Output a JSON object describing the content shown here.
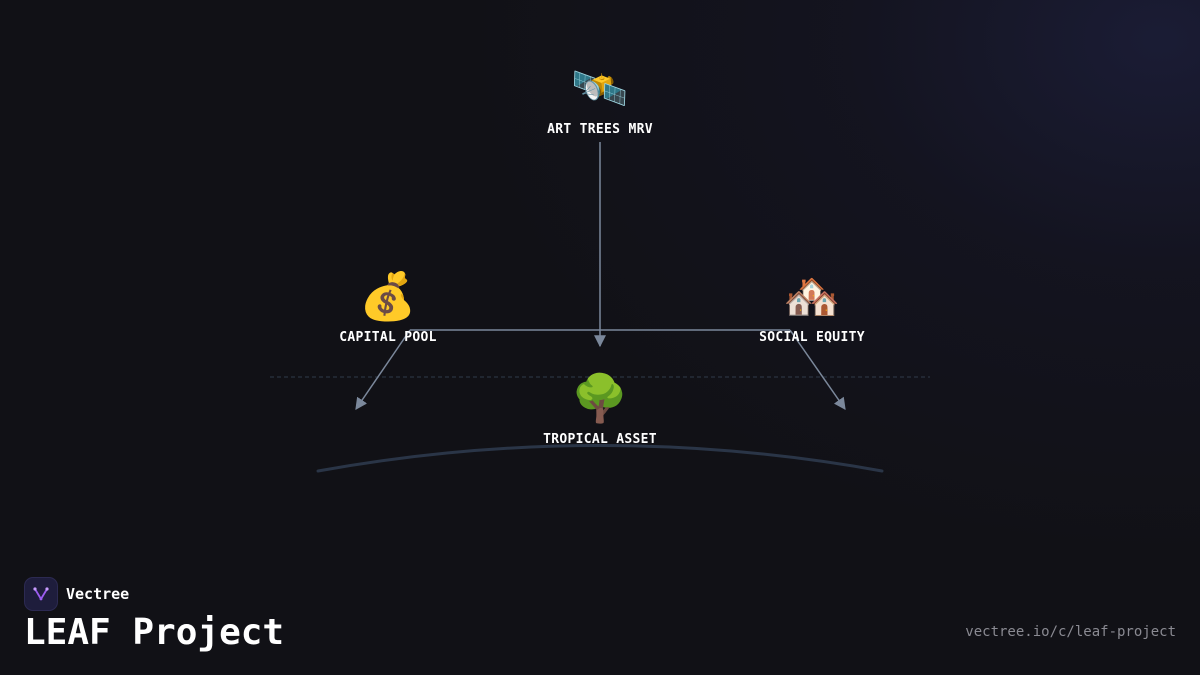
{
  "diagram": {
    "nodes": {
      "top": {
        "icon": "satellite-icon",
        "emoji": "🛰️",
        "label": "ART TREES MRV"
      },
      "left": {
        "icon": "money-bag-icon",
        "emoji": "💰",
        "label": "CAPITAL POOL"
      },
      "right": {
        "icon": "houses-icon",
        "emoji": "🏘️",
        "label": "SOCIAL EQUITY"
      },
      "center": {
        "icon": "tree-icon",
        "emoji": "🌳",
        "label": "TROPICAL ASSET"
      }
    },
    "colors": {
      "edge": "#7b889b",
      "divider": "#2b3340",
      "ground_arc": "#2a3547"
    }
  },
  "brand": {
    "name": "Vectree",
    "logo_icon": "vectree-logo-icon",
    "logo_color": "#9b5cf0"
  },
  "title": "LEAF Project",
  "url": "vectree.io/c/leaf-project"
}
